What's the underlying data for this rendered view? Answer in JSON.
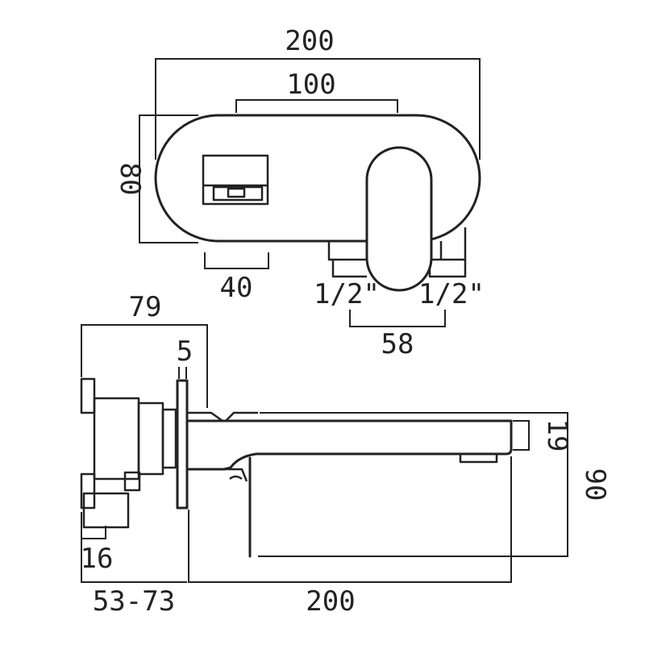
{
  "dimensions": {
    "top_width": "200",
    "top_inner_width": "100",
    "top_height": "80",
    "handle_width": "40",
    "inlet_left": "1/2\"",
    "inlet_right": "1/2\"",
    "inlet_spacing": "58",
    "side_depth": "79",
    "plate_thickness": "5",
    "spout_height": "19",
    "total_height": "90",
    "valve_offset": "16",
    "wall_range": "53-73",
    "spout_length": "200"
  },
  "colors": {
    "line": "#222222",
    "background": "#ffffff"
  }
}
